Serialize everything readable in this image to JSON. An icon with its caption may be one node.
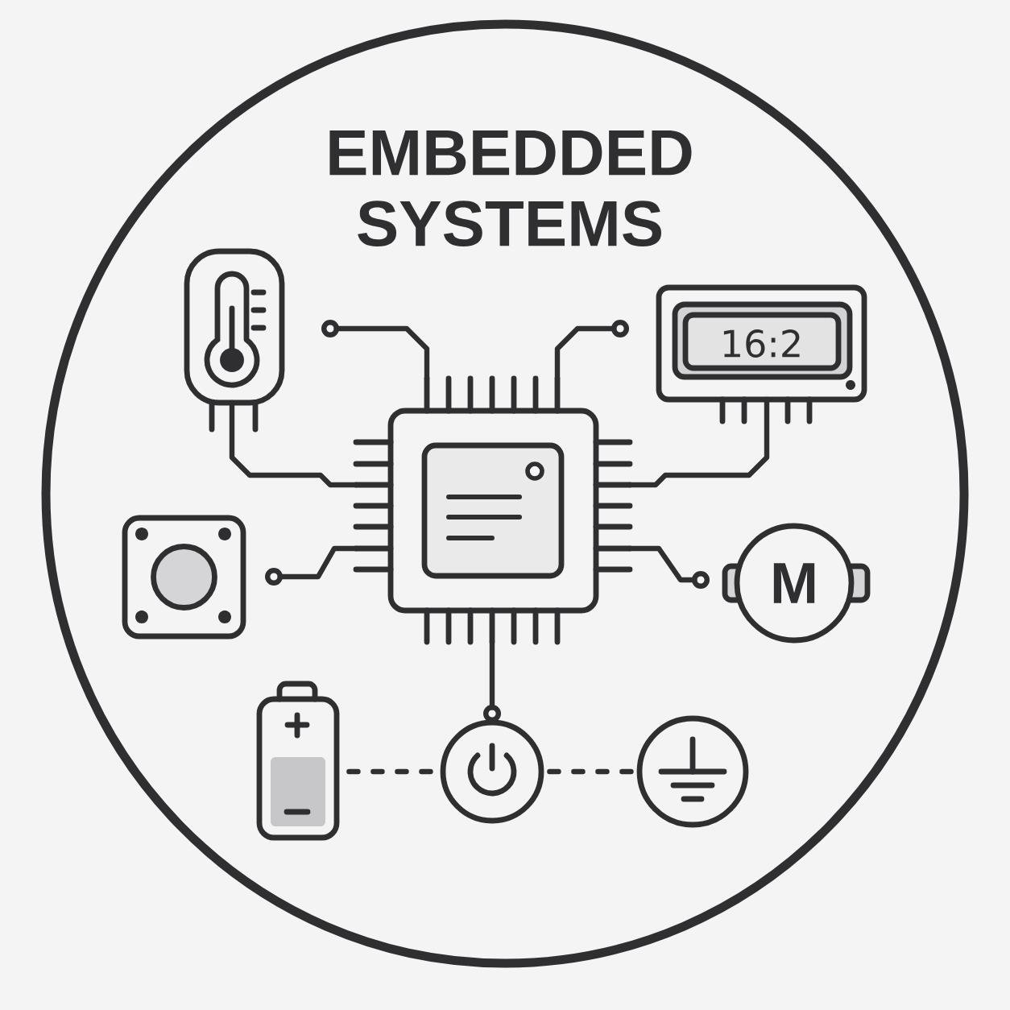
{
  "diagram": {
    "title": "EMBEDDED SYSTEMS",
    "nodes": [
      {
        "text": [],
        "shape": "picture"
      },
      {
        "text": [
          "16:2"
        ]
      },
      {
        "text": [],
        "shape": "picture"
      },
      {
        "text": [],
        "shape": "picture"
      },
      {
        "text": [
          "M"
        ]
      },
      {
        "text": [],
        "shape": "picture"
      },
      {
        "text": [],
        "shape": "circle"
      },
      {
        "text": [],
        "shape": "circle"
      }
    ],
    "edges": [
      {
        "from": 0,
        "to": 2,
        "arrow": "none"
      },
      {
        "from": 2,
        "to": null,
        "arrow": "other"
      },
      {
        "from": 2,
        "to": null,
        "arrow": "other"
      },
      {
        "from": 1,
        "to": 2,
        "arrow": "none"
      },
      {
        "from": 2,
        "to": null,
        "arrow": "other"
      },
      {
        "from": 2,
        "to": null,
        "arrow": "other"
      },
      {
        "from": 2,
        "to": 6,
        "arrow": "other"
      },
      {
        "from": 5,
        "to": 6,
        "arrow": "none",
        "style": "dashed"
      },
      {
        "from": 6,
        "to": 7,
        "arrow": "none",
        "style": "dashed"
      }
    ]
  }
}
